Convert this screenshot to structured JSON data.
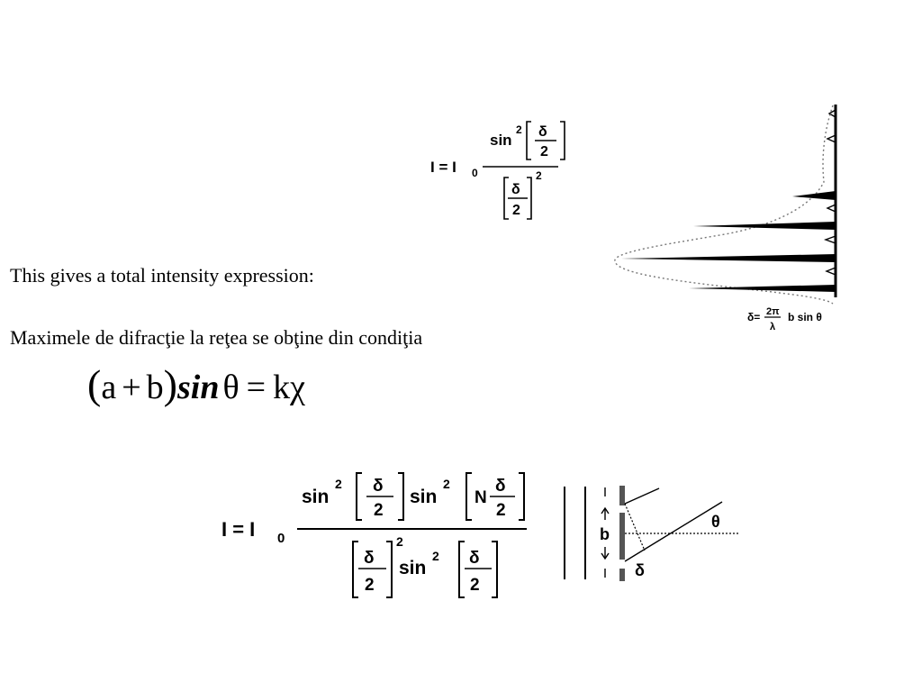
{
  "slide": {
    "line1": "This gives a total intensity expression:",
    "line2": "Maximele de difracţie la reţea  se obţine din condiţia"
  },
  "formula_top": {
    "lhs": "I = I",
    "sub": "0",
    "sin": "sin",
    "exp": "2",
    "delta": "δ",
    "two": "2"
  },
  "formula_bottom": {
    "lhs": "I = I",
    "sub": "0",
    "sin": "sin",
    "exp": "2",
    "delta": "δ",
    "two": "2",
    "n": "N"
  },
  "grating_eq": {
    "lparen": "(",
    "a": "a",
    "plus": "+",
    "b": "b",
    "rparen": ")",
    "sin": "sin",
    "theta": "θ",
    "eq": "=",
    "k": "k",
    "chi": "χ"
  },
  "pattern": {
    "delta_def": "δ=",
    "num": "2π",
    "den": "λ",
    "rest": "b sin θ"
  },
  "slit_diagram": {
    "b_label": "b",
    "theta_label": "θ",
    "delta_label": "δ"
  }
}
